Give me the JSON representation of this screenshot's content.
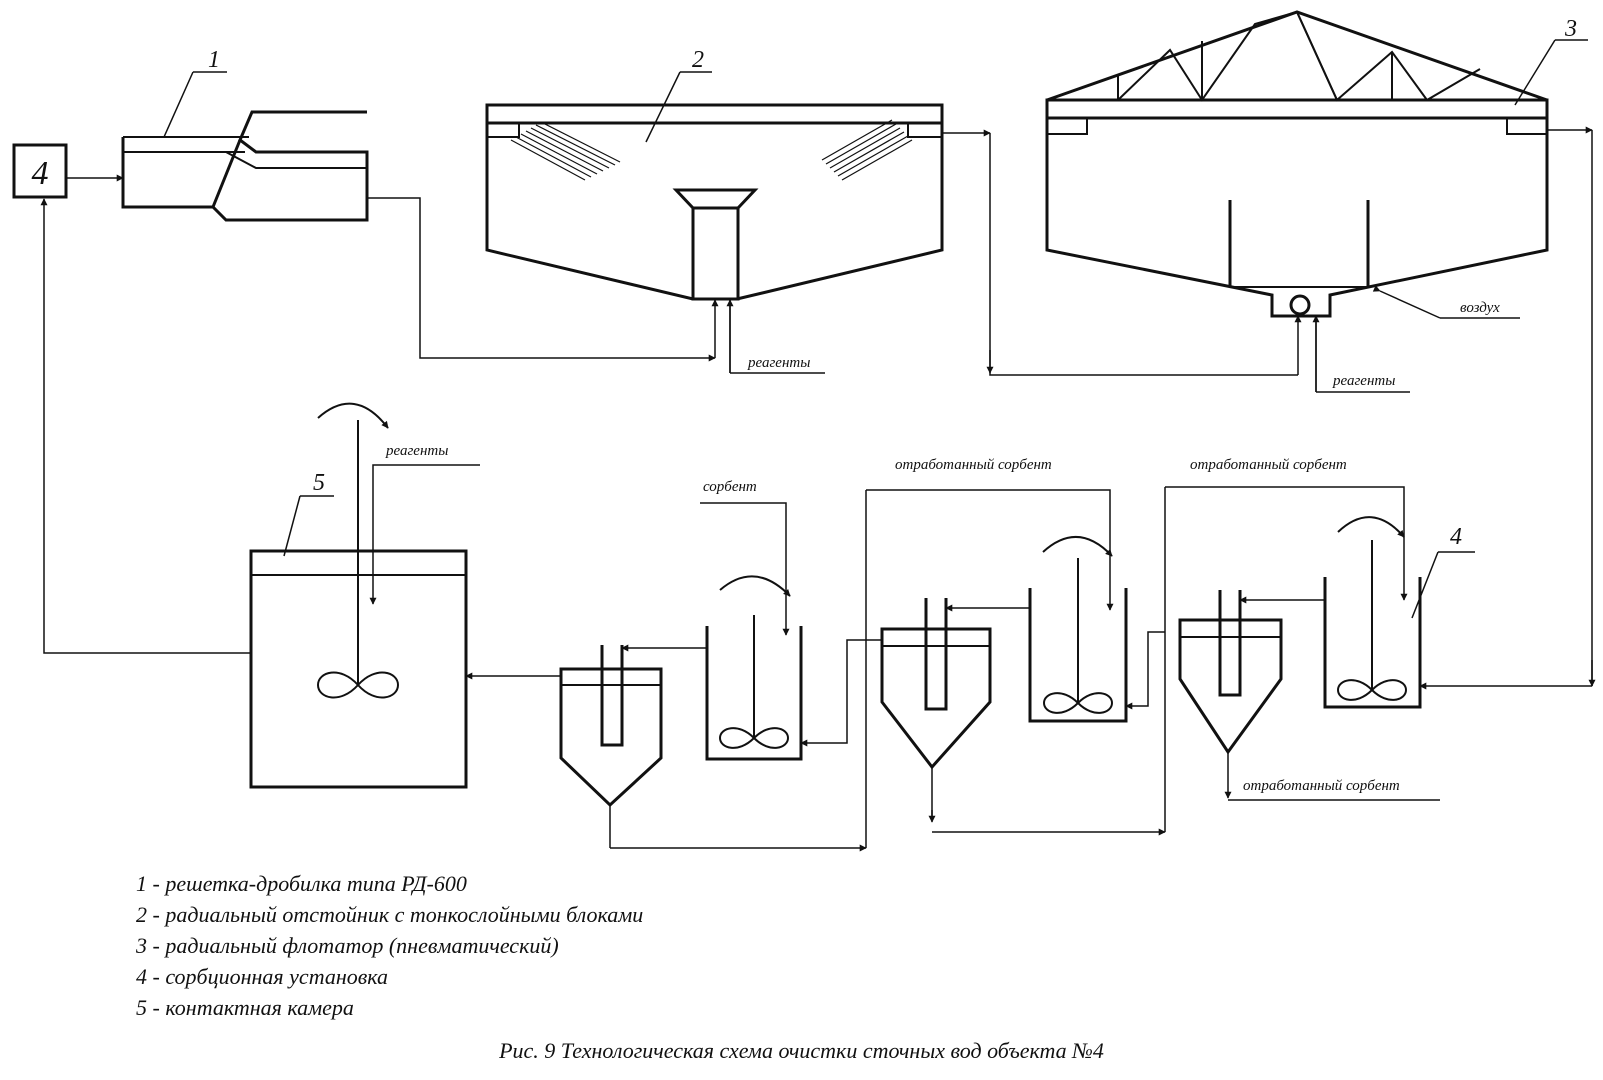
{
  "labels": {
    "unit1": "1",
    "unit2": "2",
    "unit3": "3",
    "unit4": "4",
    "unit4_box": "4",
    "unit5": "5",
    "reagents": "реагенты",
    "air": "воздух",
    "sorbent": "сорбент",
    "spent_sorbent": "отработанный сорбент"
  },
  "legend": [
    "1 - решетка-дробилка типа РД-600",
    "2 - радиальный отстойник с тонкослойными блоками",
    "3 - радиальный флотатор (пневматический)",
    "4 - сорбционная установка",
    "5 - контактная камера"
  ],
  "caption": "Рис. 9 Технологическая схема очистки сточных вод объекта №4"
}
